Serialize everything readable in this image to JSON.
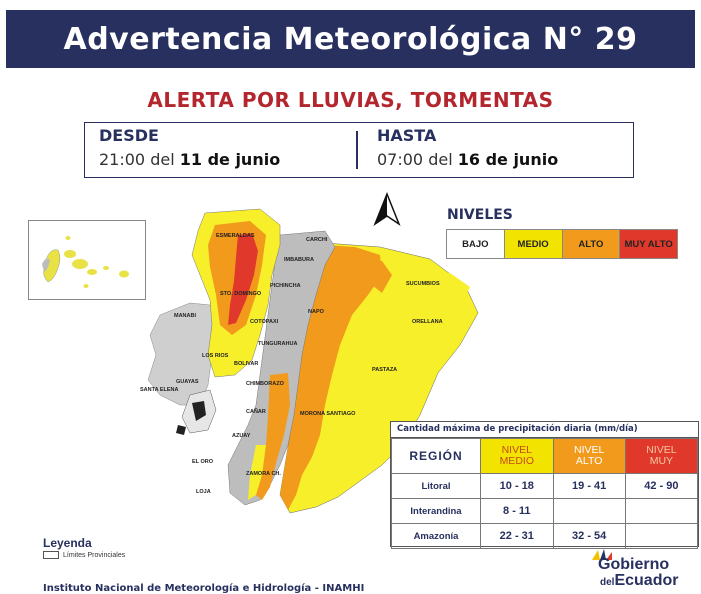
{
  "header": {
    "title": "Advertencia Meteorológica N° 29",
    "subtitle": "ALERTA POR LLUVIAS, TORMENTAS"
  },
  "dates": {
    "from_label": "DESDE",
    "from_time": "21:00 del",
    "from_date": "11 de junio",
    "to_label": "HASTA",
    "to_time": "07:00 del",
    "to_date": "16 de junio"
  },
  "levels": {
    "title": "NIVELES",
    "items": [
      {
        "label": "BAJO",
        "color": "#ffffff"
      },
      {
        "label": "MEDIO",
        "color": "#f2e400"
      },
      {
        "label": "ALTO",
        "color": "#f29a1b"
      },
      {
        "label": "MUY ALTO",
        "color": "#e0392b"
      }
    ]
  },
  "map": {
    "provinces": {
      "esmeraldas": "ESMERALDAS",
      "carchi": "CARCHI",
      "imbabura": "IMBABURA",
      "pichincha": "PICHINCHA",
      "sto_domingo": "STO. DOMINGO",
      "sucumbios": "SUCUMBIOS",
      "napo": "NAPO",
      "orellana": "ORELLANA",
      "manabi": "MANABI",
      "cotopaxi": "COTOPAXI",
      "tungurahua": "TUNGURAHUA",
      "los_rios": "LOS RIOS",
      "bolivar": "BOLIVAR",
      "chimborazo": "CHIMBORAZO",
      "pastaza": "PASTAZA",
      "guayas": "GUAYAS",
      "santa_elena": "SANTA ELENA",
      "canar": "CAÑAR",
      "morona": "MORONA SANTIAGO",
      "azuay": "AZUAY",
      "el_oro": "EL ORO",
      "loja": "LOJA",
      "zamora": "ZAMORA CH."
    }
  },
  "table": {
    "caption": "Cantidad máxima de precipitación diaria (mm/día)",
    "header_region": "REGIÓN",
    "header_medio_1": "NIVEL",
    "header_medio_2": "MEDIO",
    "header_alto_1": "NIVEL",
    "header_alto_2": "ALTO",
    "header_muy_1": "NIVEL",
    "header_muy_2": "MUY",
    "rows": [
      {
        "region": "Litoral",
        "medio": "10 - 18",
        "alto": "19 - 41",
        "muy": "42 - 90"
      },
      {
        "region": "Interandina",
        "medio": "8 - 11",
        "alto": "",
        "muy": ""
      },
      {
        "region": "Amazonía",
        "medio": "22 - 31",
        "alto": "32 - 54",
        "muy": ""
      }
    ]
  },
  "legend": {
    "title": "Leyenda",
    "item": "Límites Provinciales"
  },
  "footer": {
    "institution": "Instituto Nacional de Meteorología e Hidrología - INAMHI",
    "logo_line1": "Gobierno",
    "logo_line2_small": "del",
    "logo_line2": "Ecuador"
  }
}
